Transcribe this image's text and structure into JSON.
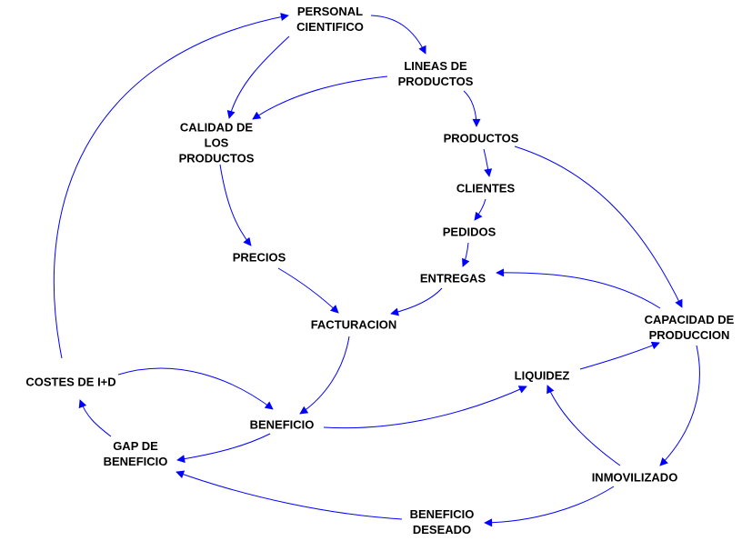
{
  "nodes": {
    "personal_cientifico": [
      "PERSONAL",
      "CIENTIFICO"
    ],
    "lineas_de_productos": [
      "LINEAS DE",
      "PRODUCTOS"
    ],
    "calidad_de_los_productos": [
      "CALIDAD DE",
      "LOS",
      "PRODUCTOS"
    ],
    "productos": [
      "PRODUCTOS"
    ],
    "clientes": [
      "CLIENTES"
    ],
    "pedidos": [
      "PEDIDOS"
    ],
    "precios": [
      "PRECIOS"
    ],
    "entregas": [
      "ENTREGAS"
    ],
    "facturacion": [
      "FACTURACION"
    ],
    "capacidad_de_produccion": [
      "CAPACIDAD DE",
      "PRODUCCION"
    ],
    "costes_id": [
      "COSTES DE I+D"
    ],
    "liquidez": [
      "LIQUIDEZ"
    ],
    "beneficio": [
      "BENEFICIO"
    ],
    "gap_de_beneficio": [
      "GAP DE",
      "BENEFICIO"
    ],
    "inmovilizado": [
      "INMOVILIZADO"
    ],
    "beneficio_deseado": [
      "BENEFICIO",
      "DESEADO"
    ]
  },
  "edges": [
    {
      "from": "personal_cientifico",
      "to": "lineas_de_productos"
    },
    {
      "from": "personal_cientifico",
      "to": "calidad_de_los_productos"
    },
    {
      "from": "lineas_de_productos",
      "to": "calidad_de_los_productos"
    },
    {
      "from": "lineas_de_productos",
      "to": "productos"
    },
    {
      "from": "productos",
      "to": "clientes"
    },
    {
      "from": "productos",
      "to": "capacidad_de_produccion"
    },
    {
      "from": "clientes",
      "to": "pedidos"
    },
    {
      "from": "pedidos",
      "to": "entregas"
    },
    {
      "from": "calidad_de_los_productos",
      "to": "precios"
    },
    {
      "from": "precios",
      "to": "facturacion"
    },
    {
      "from": "entregas",
      "to": "facturacion"
    },
    {
      "from": "capacidad_de_produccion",
      "to": "entregas"
    },
    {
      "from": "facturacion",
      "to": "beneficio"
    },
    {
      "from": "costes_id",
      "to": "beneficio"
    },
    {
      "from": "costes_id",
      "to": "personal_cientifico"
    },
    {
      "from": "beneficio",
      "to": "liquidez"
    },
    {
      "from": "beneficio",
      "to": "gap_de_beneficio"
    },
    {
      "from": "liquidez",
      "to": "capacidad_de_produccion"
    },
    {
      "from": "capacidad_de_produccion",
      "to": "inmovilizado"
    },
    {
      "from": "inmovilizado",
      "to": "liquidez"
    },
    {
      "from": "inmovilizado",
      "to": "beneficio_deseado"
    },
    {
      "from": "beneficio_deseado",
      "to": "gap_de_beneficio"
    },
    {
      "from": "gap_de_beneficio",
      "to": "costes_id"
    }
  ],
  "colors": {
    "edge": "#0000ff",
    "text": "#000000",
    "background": "#ffffff"
  }
}
